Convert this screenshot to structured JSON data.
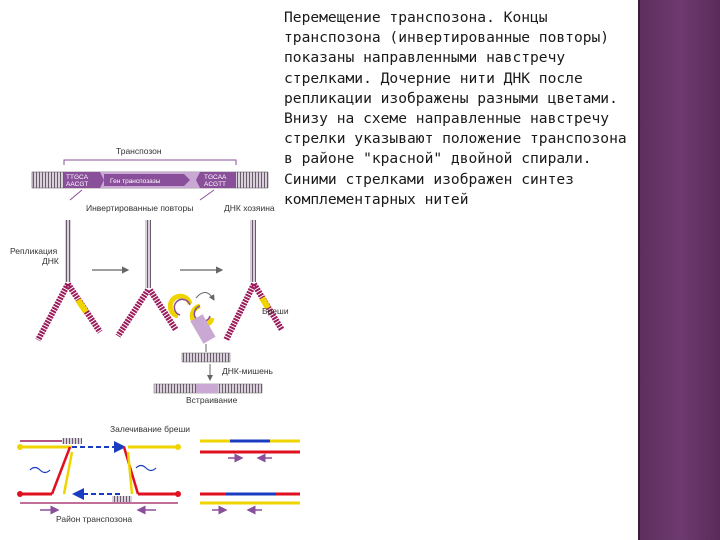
{
  "caption": "Перемещение транспозона. Концы транспозона (инвертированные повторы) показаны направленными навстречу стрелками. Дочерние нити ДНК после репликации изображены разными цветами. Внизу на схеме направленные навстречу стрелки указывают положение транспозона в районе \"красной\" двойной спирали. Синими стрелками изображен синтез комплементарных нитей",
  "diagram": {
    "top": {
      "transposon": "Транспозон",
      "left_seq_1": "TTGCA",
      "left_seq_2": "AACGT",
      "gene": "Ген транспозазы",
      "right_seq_1": "TGCAA",
      "right_seq_2": "ACGTT",
      "inverted_repeats": "Инвертированные повторы",
      "host_dna": "ДНК хозяина"
    },
    "middle": {
      "replication": "Репликация",
      "replication_2": "ДНК",
      "gap": "Бреши",
      "target_dna": "ДНК-мишень",
      "insertion": "Встраивание"
    },
    "bottom": {
      "gap_repair": "Залечивание бреши",
      "transposon_region": "Район транспозона"
    }
  },
  "colors": {
    "purple_band": "#6e3a6f",
    "dna_red": "#e01020",
    "dna_blue": "#1a3cc0",
    "dna_yellow": "#f0d400",
    "transposon_purple": "#8a4f9a"
  }
}
